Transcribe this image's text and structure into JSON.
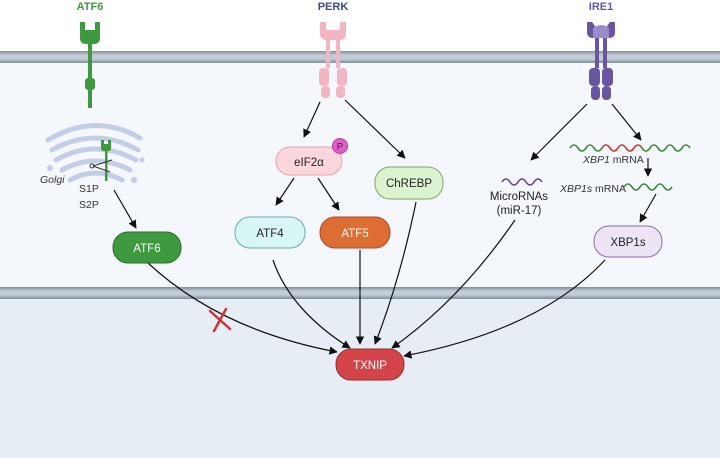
{
  "sensors": {
    "atf6": "ATF6",
    "perk": "PERK",
    "ire1": "IRE1"
  },
  "golgi": {
    "label": "Golgi",
    "proteases": [
      "S1P",
      "S2P"
    ]
  },
  "nodes": {
    "atf6_cleaved": "ATF6",
    "eif2a": "eIF2α",
    "phospho": "P",
    "atf4": "ATF4",
    "atf5": "ATF5",
    "chrebp": "ChREBP",
    "micrornas_line1": "MicroRNAs",
    "micrornas_line2": "(miR-17)",
    "xbp1_mrna_gene": "XBP1",
    "xbp1_mrna_suffix": " mRNA",
    "xbp1s_mrna_gene": "XBP1s",
    "xbp1s_mrna_suffix": " mRNA",
    "xbp1s": "XBP1s",
    "txnip": "TXNIP"
  },
  "colors": {
    "atf6": "#3e9a3e",
    "perk": "#f2b6c2",
    "ire1": "#6a55a0",
    "eif2a_fill": "#fbd6dc",
    "phospho": "#e060c8",
    "atf4_fill": "#d8f6f6",
    "atf5_fill": "#dd6d33",
    "chrebp_fill": "#dcf3d2",
    "xbp1s_fill": "#efe3f6",
    "txnip_fill": "#d4454a",
    "membrane": "#9aa7b6",
    "inhibition": "#cc3333"
  }
}
